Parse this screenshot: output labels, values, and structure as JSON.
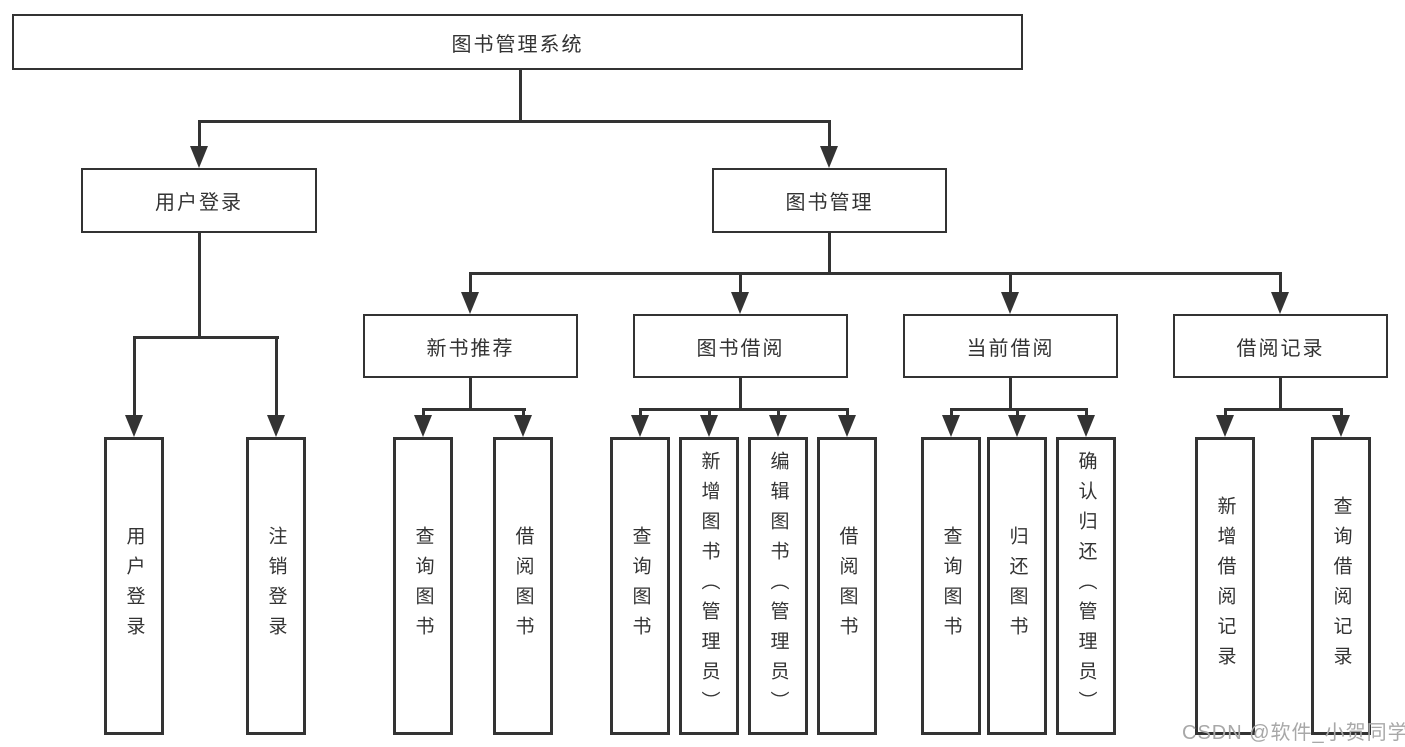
{
  "diagram_title": "图书管理系统",
  "colors": {
    "line": "#333333",
    "text": "#333333",
    "box_fill": "#ffffff",
    "background": "#ffffff",
    "watermark": "#a8a8a8"
  },
  "nodes": {
    "root": "图书管理系统",
    "userLogin": "用户登录",
    "bookManage": "图书管理",
    "newBookRec": "新书推荐",
    "bookBorrow": "图书借阅",
    "currentBorrow": "当前借阅",
    "borrowRecord": "借阅记录",
    "leafUserLogin": "用户登录",
    "leafLogout": "注销登录",
    "leafQueryBookA": "查询图书",
    "leafBorrowBookA": "借阅图书",
    "leafQueryBookB": "查询图书",
    "leafAddBook": "新增图书（管理员）",
    "leafEditBook": "编辑图书（管理员）",
    "leafBorrowBookB": "借阅图书",
    "leafQueryBookC": "查询图书",
    "leafReturnBook": "归还图书",
    "leafConfirmReturn": "确认归还（管理员）",
    "leafAddRecord": "新增借阅记录",
    "leafQueryRecord": "查询借阅记录"
  },
  "watermark": "CSDN @软件_小贺同学"
}
